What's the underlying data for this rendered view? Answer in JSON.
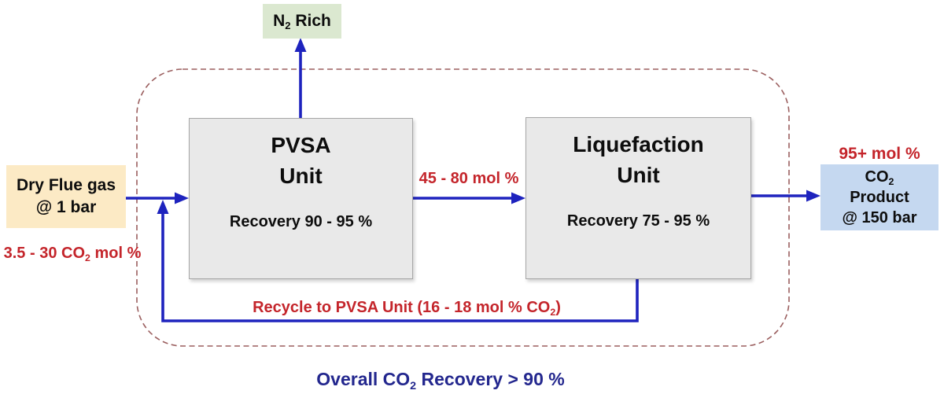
{
  "colors": {
    "arrow_blue": "#1e23be",
    "frame_dash_red": "#9b5f5f",
    "annotation_red": "#c4252b",
    "overall_navy": "#23278e",
    "unit_box_fill": "#e9e9e9",
    "unit_box_border": "#a6a6a6",
    "n2_box_fill": "#dbe8d0",
    "flue_box_fill": "#fceac5",
    "co2_box_fill": "#c5d8f0",
    "text_black": "#0d0d0d",
    "background": "#ffffff"
  },
  "nodes": {
    "n2_rich": {
      "pre": "N",
      "sub": "2",
      "post": " Rich"
    },
    "dry_flue_gas": {
      "line1": "Dry Flue gas",
      "line2": "@ 1 bar"
    },
    "pvsa_unit": {
      "title_line1": "PVSA",
      "title_line2": "Unit",
      "recovery": "Recovery 90 - 95 %"
    },
    "liquefaction_unit": {
      "title_line1": "Liquefaction",
      "title_line2": "Unit",
      "recovery": "Recovery 75 - 95 %"
    },
    "co2_product": {
      "line1_pre": "CO",
      "line1_sub": "2",
      "line2": "Product",
      "line3": "@ 150 bar"
    }
  },
  "stream_labels": {
    "feed_composition": {
      "pre": "3.5 - 30 CO",
      "sub": "2",
      "post": " mol %"
    },
    "pvsa_outlet": "45 - 80 mol %",
    "product_purity": "95+ mol %",
    "recycle": {
      "pre": "Recycle to PVSA Unit (16 - 18 mol % CO",
      "sub": "2",
      "post": ")"
    }
  },
  "footer": {
    "overall": {
      "pre": "Overall CO",
      "sub": "2",
      "post": " Recovery > 90 %"
    }
  }
}
